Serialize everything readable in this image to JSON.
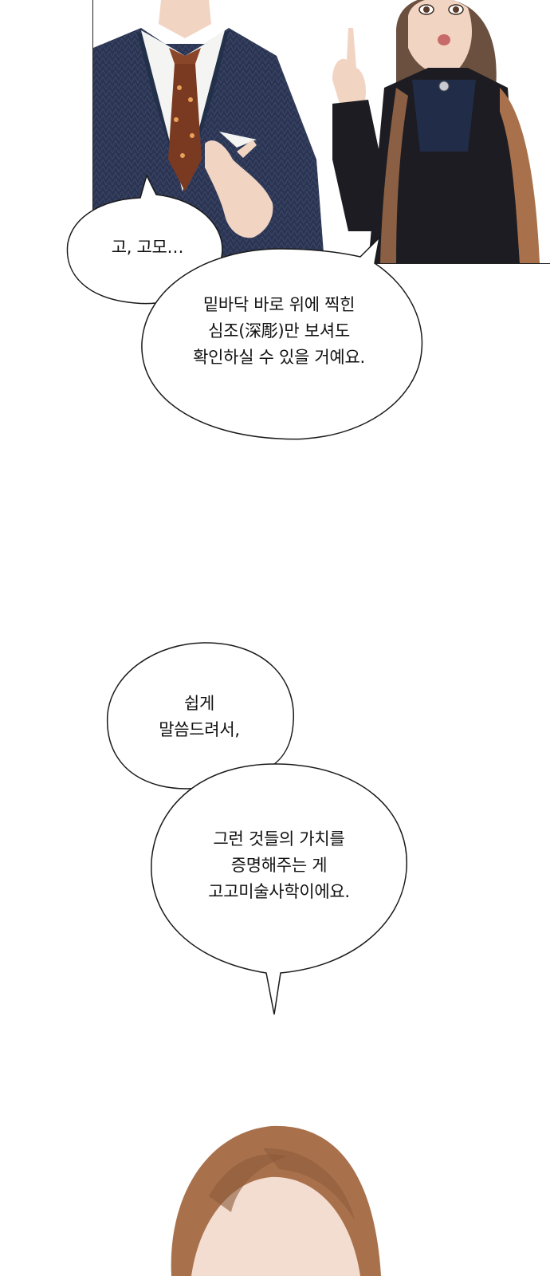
{
  "bubbles": {
    "b1": {
      "lines": [
        "고, 고모…"
      ]
    },
    "b2": {
      "lines": [
        "밑바닥 바로 위에 찍힌",
        "심조(深彫)만 보셔도",
        "확인하실 수 있을 거예요."
      ]
    },
    "b3": {
      "lines": [
        "쉽게",
        "말씀드려서,"
      ]
    },
    "b4": {
      "lines": [
        "그런 것들의 가치를",
        "증명해주는 게",
        "고고미술사학이에요."
      ]
    }
  },
  "colors": {
    "suit": "#2b3553",
    "tie": "#7a3a22",
    "shirt": "#f4f4f2",
    "skin": "#f1d4c2",
    "hair_dark": "#6b5040",
    "hair_light": "#a8714c",
    "dress": "#1c1c22",
    "bubble_stroke": "#1a1a1a"
  }
}
